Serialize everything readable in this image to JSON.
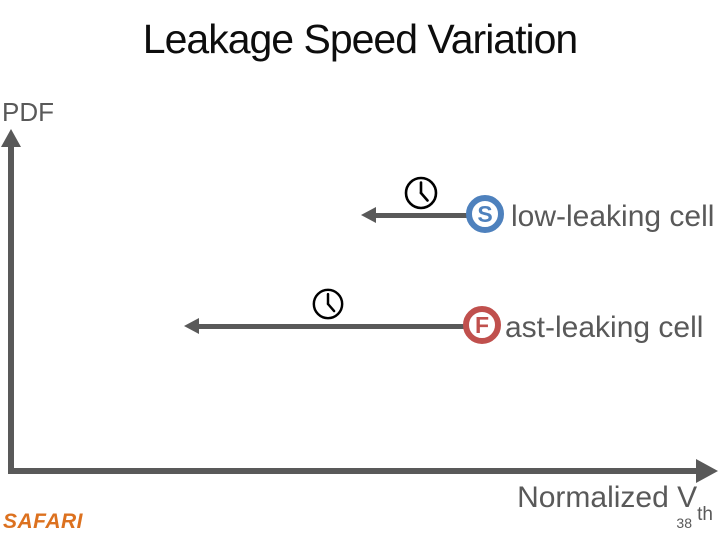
{
  "slide": {
    "title": "Leakage Speed Variation",
    "page_number": "38",
    "logo_text": "SAFARI"
  },
  "diagram": {
    "y_axis_label": "PDF",
    "x_axis_label": "Normalized V",
    "x_axis_label_subscript": "th",
    "rows": [
      {
        "badge_letter": "S",
        "label_rest": "low-leaking cell",
        "full_meaning": "Slow-leaking cell",
        "icon": "clock-icon",
        "arrow_direction": "left",
        "arrow_length": "short"
      },
      {
        "badge_letter": "F",
        "label_rest": "ast-leaking cell",
        "full_meaning": "Fast-leaking cell",
        "icon": "clock-icon",
        "arrow_direction": "left",
        "arrow_length": "long"
      }
    ]
  },
  "colors": {
    "title": "#0d0d0d",
    "text": "#595959",
    "axis": "#595959",
    "slow_badge": "#4E81BD",
    "fast_badge": "#C0504D",
    "logo": "#DC711F",
    "clock": "#000000"
  }
}
